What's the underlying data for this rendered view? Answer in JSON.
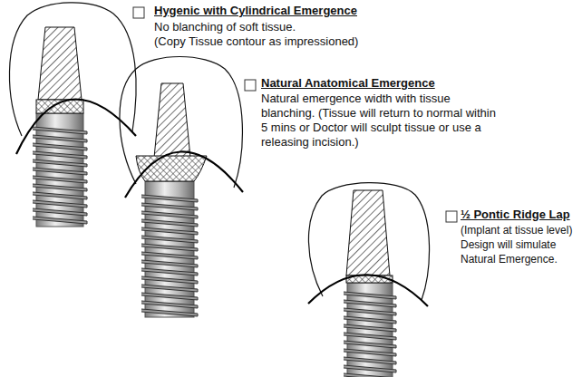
{
  "diagram": {
    "labels": [
      "Hygenic with Cylindrical Emergence",
      "No blanching of soft tissue.",
      "(Copy Tissue contour as impressioned)",
      "Natural Anatomical Emergence",
      "Natural emergence width with tissue blanching. (Tissue will return to normal within 5 mins or Doctor will sculpt tissue or use a releasing incision.)",
      "½ Pontic Ridge Lap",
      "(Implant at tissue level)",
      "Design will simulate Natural Emergence."
    ]
  }
}
